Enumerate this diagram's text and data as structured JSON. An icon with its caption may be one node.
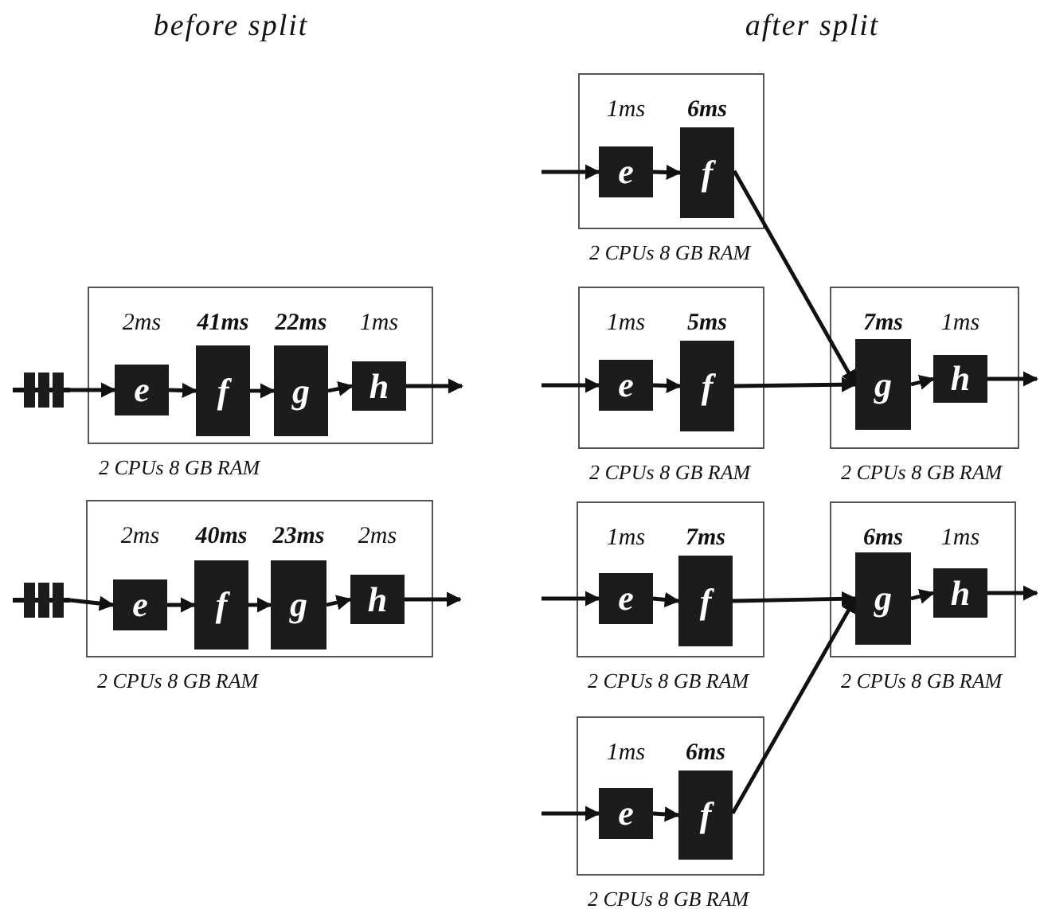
{
  "diagram": {
    "nodes": [
      {
        "text": [
          "2 *CPUs* 8 *GB RAM*"
        ]
      },
      {
        "text": [],
        "shape": "queue"
      },
      {
        "text": [
          "e"
        ],
        "in": 0,
        "beside": [
          "2ms"
        ]
      },
      {
        "text": [
          "f"
        ],
        "in": 0,
        "beside": [
          "**41ms**"
        ]
      },
      {
        "text": [
          "g"
        ],
        "in": 0,
        "beside": [
          "**22ms**"
        ]
      },
      {
        "text": [
          "h"
        ],
        "in": 0,
        "beside": [
          "1ms"
        ]
      },
      {
        "text": [
          "2 *CPUs* 8 *GB RAM*"
        ]
      },
      {
        "text": [],
        "shape": "queue"
      },
      {
        "text": [
          "e"
        ],
        "in": 6,
        "beside": [
          "2ms"
        ]
      },
      {
        "text": [
          "f"
        ],
        "in": 6,
        "beside": [
          "**40ms**"
        ]
      },
      {
        "text": [
          "g"
        ],
        "in": 6,
        "beside": [
          "**23ms**"
        ]
      },
      {
        "text": [
          "h"
        ],
        "in": 6,
        "beside": [
          "2ms"
        ]
      },
      {
        "text": [
          "2 *CPUs* 8 *GB RAM*"
        ]
      },
      {
        "text": [
          "e"
        ],
        "in": 12,
        "beside": [
          "1ms"
        ]
      },
      {
        "text": [
          "f"
        ],
        "in": 12,
        "beside": [
          "**6ms**"
        ]
      },
      {
        "text": [
          "2 *CPUs* 8 *GB RAM*"
        ]
      },
      {
        "text": [
          "e"
        ],
        "in": 15,
        "beside": [
          "1ms"
        ]
      },
      {
        "text": [
          "f"
        ],
        "in": 15,
        "beside": [
          "**5ms**"
        ]
      },
      {
        "text": [
          "2 *CPUs* 8 *GB RAM*"
        ]
      },
      {
        "text": [
          "g"
        ],
        "in": 18,
        "beside": [
          "**7ms**"
        ]
      },
      {
        "text": [
          "h"
        ],
        "in": 18,
        "beside": [
          "1ms"
        ]
      },
      {
        "text": [
          "2 *CPUs* 8 *GB RAM*"
        ]
      },
      {
        "text": [
          "e"
        ],
        "in": 21,
        "beside": [
          "1ms"
        ]
      },
      {
        "text": [
          "f"
        ],
        "in": 21,
        "beside": [
          "**7ms**"
        ]
      },
      {
        "text": [
          "2 *CPUs* 8 *GB RAM*"
        ]
      },
      {
        "text": [
          "g"
        ],
        "in": 24,
        "beside": [
          "**6ms**"
        ]
      },
      {
        "text": [
          "h"
        ],
        "in": 24,
        "beside": [
          "1ms"
        ]
      },
      {
        "text": [
          "2 *CPUs* 8 *GB RAM*"
        ]
      },
      {
        "text": [
          "e"
        ],
        "in": 27,
        "beside": [
          "1ms"
        ]
      },
      {
        "text": [
          "f"
        ],
        "in": 27,
        "beside": [
          "**6ms**"
        ]
      }
    ],
    "edges": [
      {
        "from": 1,
        "to": 2,
        "arrow": "to"
      },
      {
        "from": 2,
        "to": 3,
        "arrow": "to"
      },
      {
        "from": 3,
        "to": 4,
        "arrow": "to"
      },
      {
        "from": 4,
        "to": 5,
        "arrow": "to"
      },
      {
        "from": 5,
        "to": null,
        "arrow": "to"
      },
      {
        "from": 7,
        "to": 8,
        "arrow": "to"
      },
      {
        "from": 8,
        "to": 9,
        "arrow": "to"
      },
      {
        "from": 9,
        "to": 10,
        "arrow": "to"
      },
      {
        "from": 10,
        "to": 11,
        "arrow": "to"
      },
      {
        "from": 11,
        "to": null,
        "arrow": "to"
      },
      {
        "from": null,
        "to": 13,
        "arrow": "to"
      },
      {
        "from": 13,
        "to": 14,
        "arrow": "to"
      },
      {
        "from": 14,
        "to": 19,
        "arrow": "to"
      },
      {
        "from": null,
        "to": 16,
        "arrow": "to"
      },
      {
        "from": 16,
        "to": 17,
        "arrow": "to"
      },
      {
        "from": 17,
        "to": 19,
        "arrow": "to"
      },
      {
        "from": 19,
        "to": 20,
        "arrow": "to"
      },
      {
        "from": 20,
        "to": null,
        "arrow": "to"
      },
      {
        "from": null,
        "to": 22,
        "arrow": "to"
      },
      {
        "from": 22,
        "to": 23,
        "arrow": "to"
      },
      {
        "from": 23,
        "to": 25,
        "arrow": "to"
      },
      {
        "from": null,
        "to": 28,
        "arrow": "to"
      },
      {
        "from": 28,
        "to": 29,
        "arrow": "to"
      },
      {
        "from": 29,
        "to": 25,
        "arrow": "to"
      },
      {
        "from": 25,
        "to": 26,
        "arrow": "to"
      },
      {
        "from": 26,
        "to": null,
        "arrow": "to"
      }
    ],
    "labels": [
      "before split",
      "after split"
    ]
  }
}
